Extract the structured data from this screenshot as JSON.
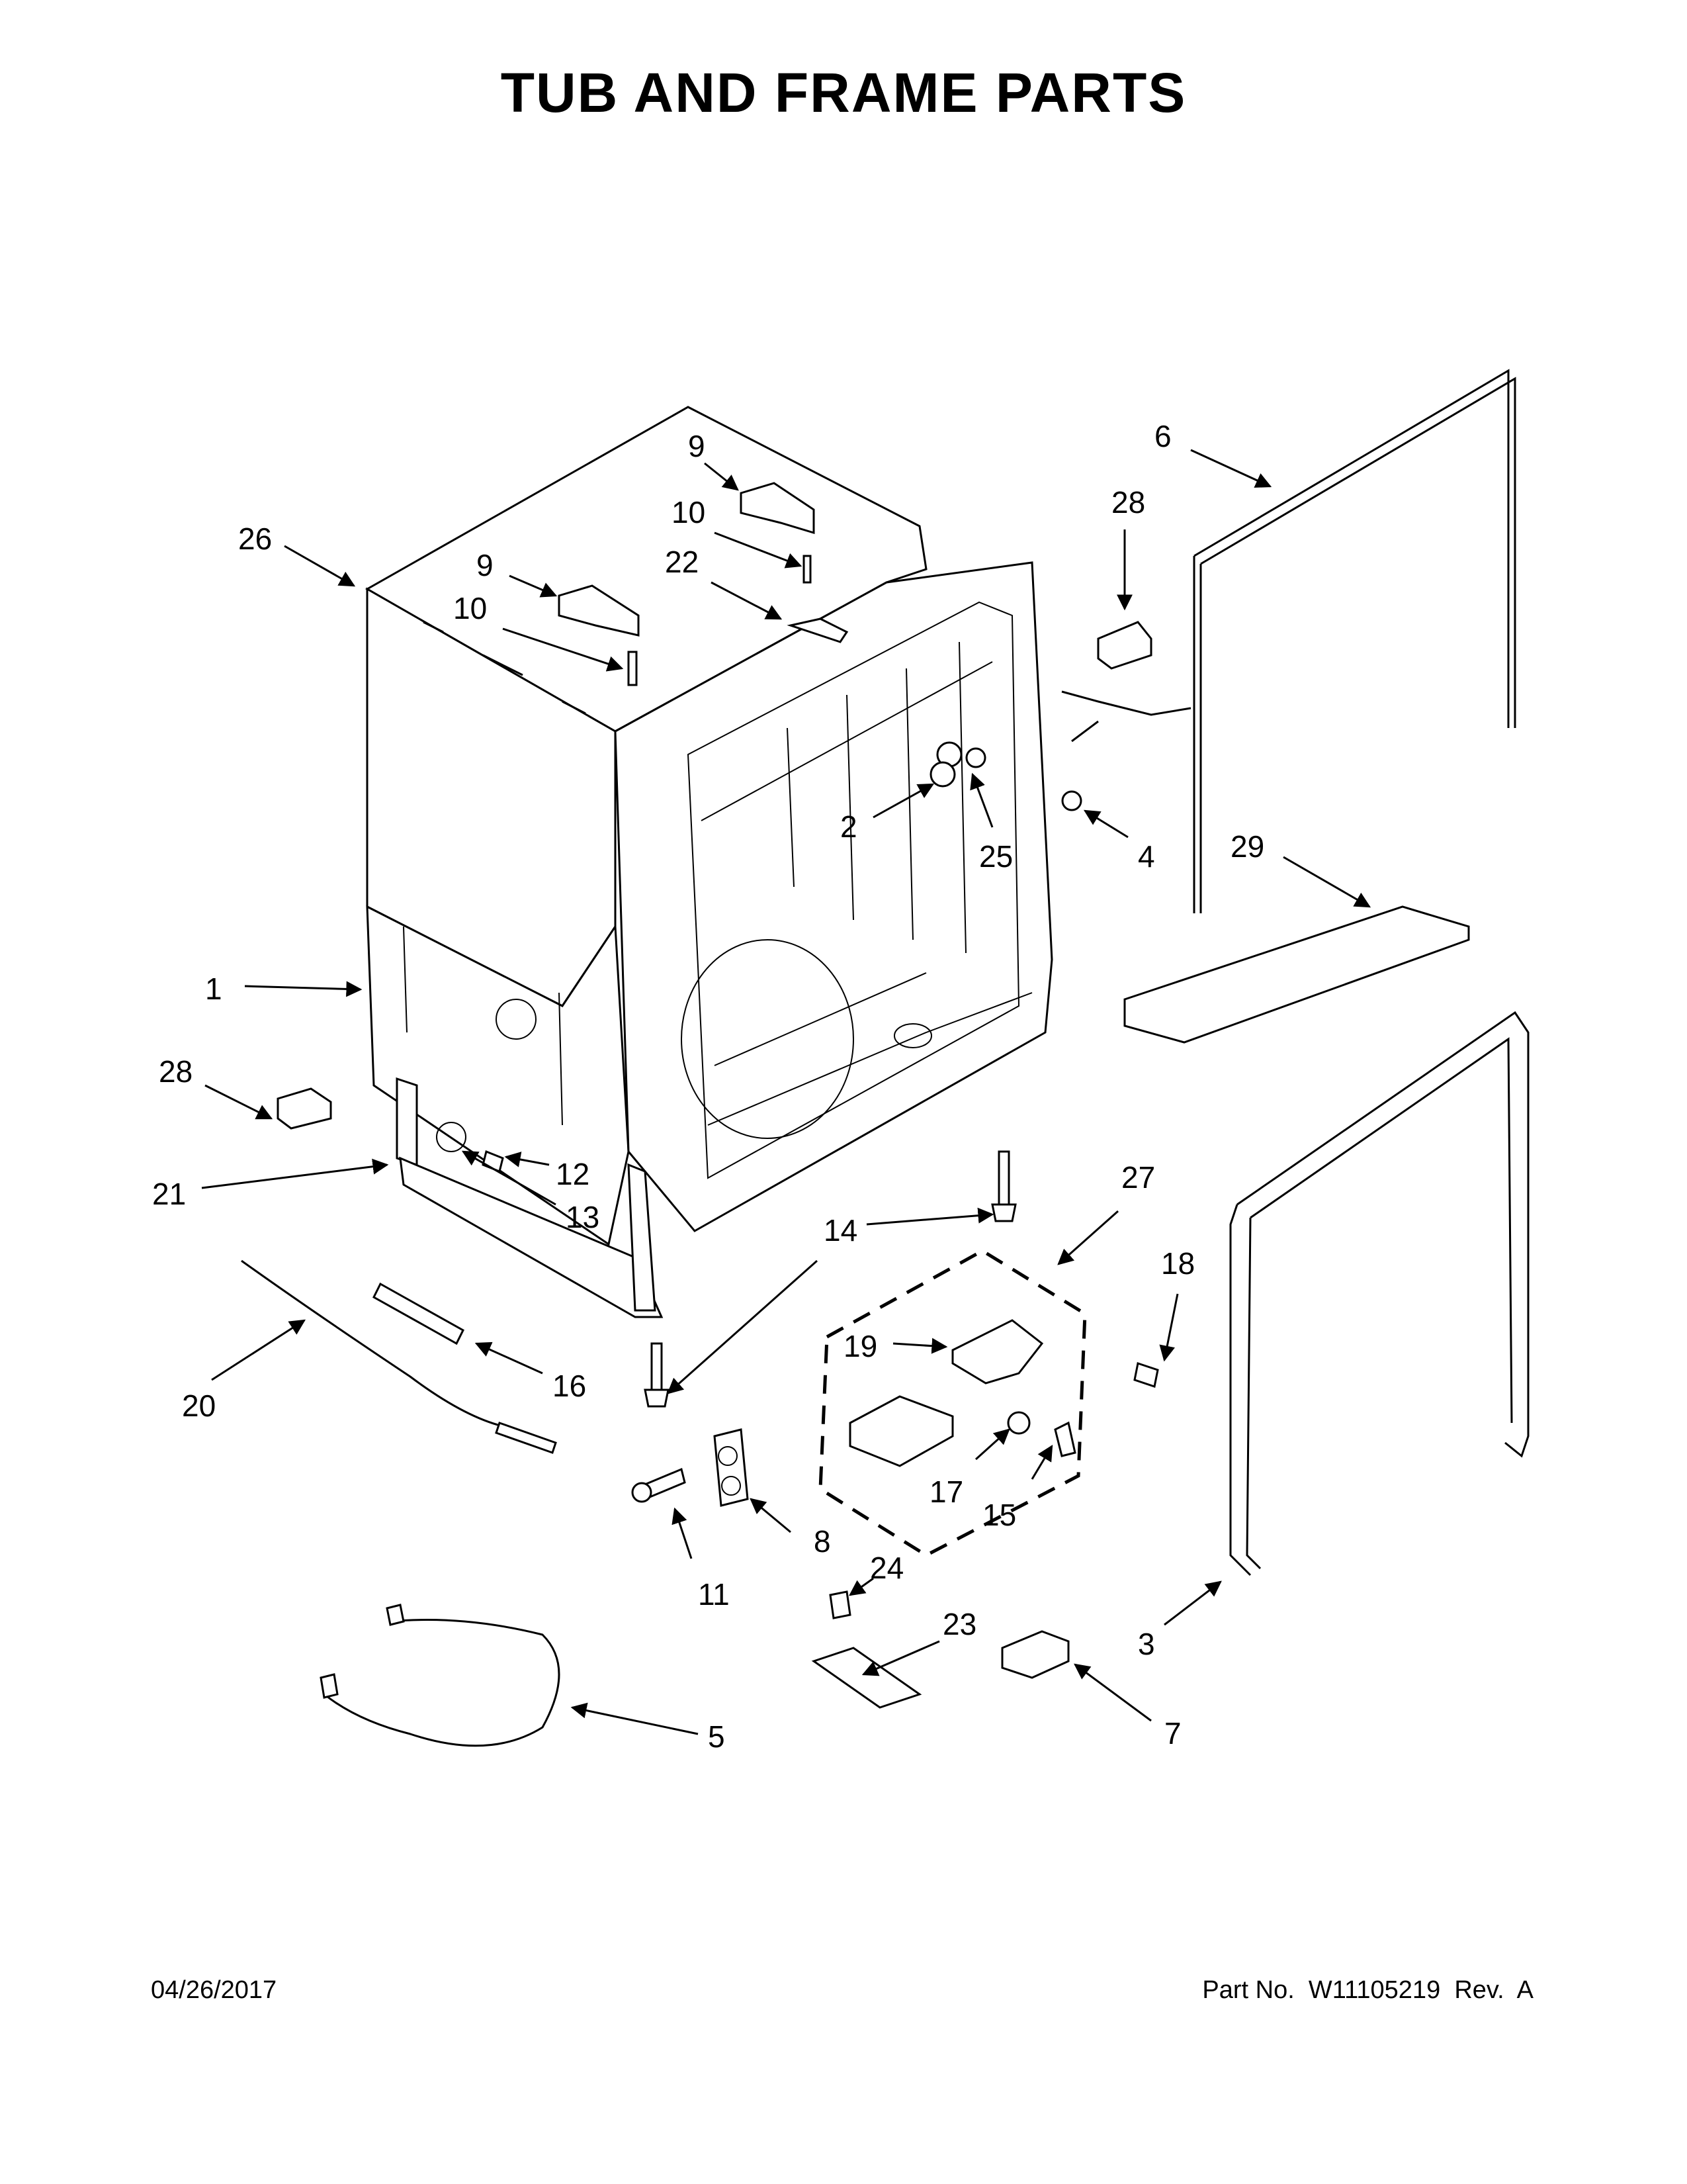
{
  "page": {
    "title": "TUB AND FRAME PARTS",
    "date": "04/26/2017",
    "part_number": "Part No.  W11105219  Rev.  A"
  },
  "callouts": {
    "c1": "1",
    "c2": "2",
    "c3": "3",
    "c4": "4",
    "c5": "5",
    "c6": "6",
    "c7": "7",
    "c8": "8",
    "c9a": "9",
    "c9b": "9",
    "c10a": "10",
    "c10b": "10",
    "c11": "11",
    "c12": "12",
    "c13": "13",
    "c14": "14",
    "c15": "15",
    "c16": "16",
    "c17": "17",
    "c18": "18",
    "c19": "19",
    "c20": "20",
    "c21": "21",
    "c22": "22",
    "c23": "23",
    "c24": "24",
    "c25": "25",
    "c26": "26",
    "c27": "27",
    "c28a": "28",
    "c28b": "28",
    "c29": "29"
  }
}
